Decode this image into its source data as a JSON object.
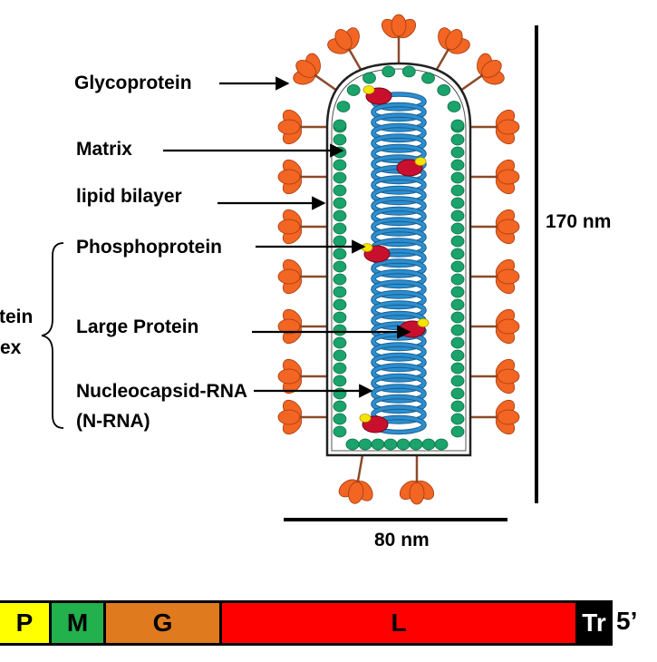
{
  "labels": {
    "glycoprotein": "Glycoprotein",
    "matrix": "Matrix",
    "lipid_bilayer": "lipid bilayer",
    "phosphoprotein": "Phosphoprotein",
    "large_protein": "Large Protein",
    "nucleocapsid_line1": "Nucleocapsid-RNA",
    "nucleocapsid_line2": "(N-RNA)",
    "complex_line1": "tein",
    "complex_line2": "ex"
  },
  "dimensions": {
    "length": "170 nm",
    "width": "80 nm"
  },
  "genome": {
    "genes": [
      {
        "label": "P",
        "color": "#ffff00"
      },
      {
        "label": "M",
        "color": "#22b14c"
      },
      {
        "label": "G",
        "color": "#e07a1f"
      },
      {
        "label": "L",
        "color": "#ff0000"
      },
      {
        "label": "Tr",
        "color": "#000000"
      }
    ],
    "end_label": "5’"
  },
  "colors": {
    "glycoprotein": "#f26522",
    "glyco_stem": "#8b4a2b",
    "matrix": "#1aa36a",
    "coil": "#2b8fd0",
    "large_protein": "#c8102e",
    "phosphoprotein": "#f5e400"
  }
}
